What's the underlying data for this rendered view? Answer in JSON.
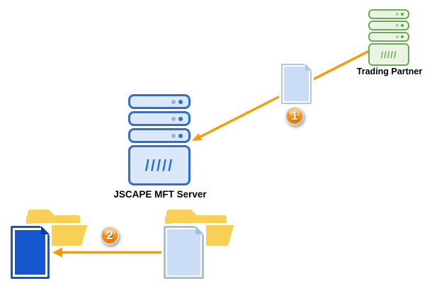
{
  "diagram": {
    "nodes": {
      "trading_partner": {
        "label": "Trading Partner",
        "icon": "green-server-stack-icon",
        "vents": "/////"
      },
      "mft_server": {
        "label": "JSCAPE MFT Server",
        "icon": "blue-server-stack-icon",
        "vents": "/////"
      }
    },
    "steps": [
      {
        "number": "1"
      },
      {
        "number": "2"
      }
    ],
    "icons": [
      "file-document-icon",
      "folder-icon",
      "server-stack-icon",
      "arrow-icon",
      "step-badge-icon"
    ],
    "colors": {
      "arrow_orange": "#FF9800",
      "badge_orange": "#EE8208",
      "server_green_border": "#6BAB52",
      "server_green_fill": "#EAF4E5",
      "server_blue_border": "#2D6FD9",
      "server_blue_fill": "#DBE7FA",
      "document_light_fill": "#CBDCF6",
      "document_blue_fill": "#1557CE",
      "folder_yellow": "#F9D056",
      "label_text": "#000000"
    }
  }
}
